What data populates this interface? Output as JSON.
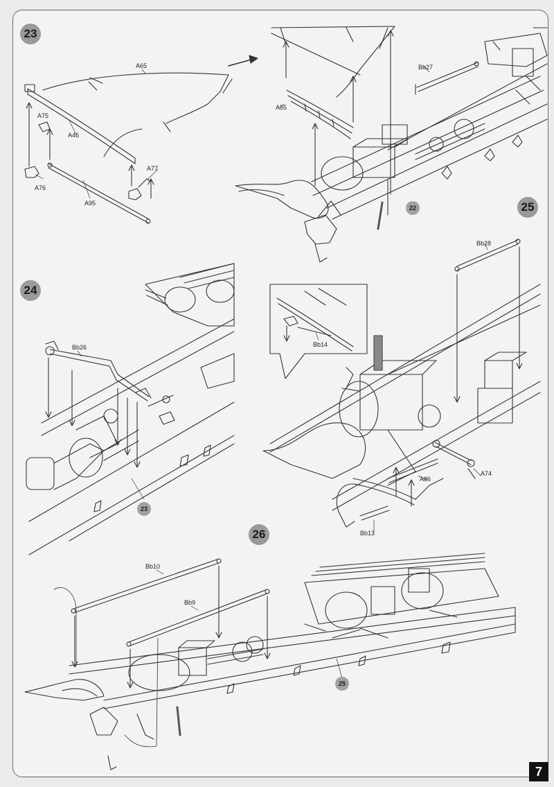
{
  "steps": {
    "s23": {
      "number": "23"
    },
    "s24": {
      "number": "24"
    },
    "s25": {
      "number": "25"
    },
    "s26": {
      "number": "26"
    }
  },
  "refs": {
    "r22": "22",
    "r23": "23",
    "r25": "25"
  },
  "parts": {
    "A65": "A65",
    "A75": "A75",
    "A46": "A46",
    "A76": "A76",
    "A95": "A95",
    "A77": "A77",
    "A55": "A55",
    "Bb27": "Bb27",
    "Bb26": "Bb26",
    "Bb28": "Bb28",
    "Bb14": "Bb14",
    "A74": "A74",
    "A86": "A86",
    "Bb13": "Bb13",
    "Bb10": "Bb10",
    "Bb9": "Bb9"
  },
  "page": {
    "number": "7"
  }
}
